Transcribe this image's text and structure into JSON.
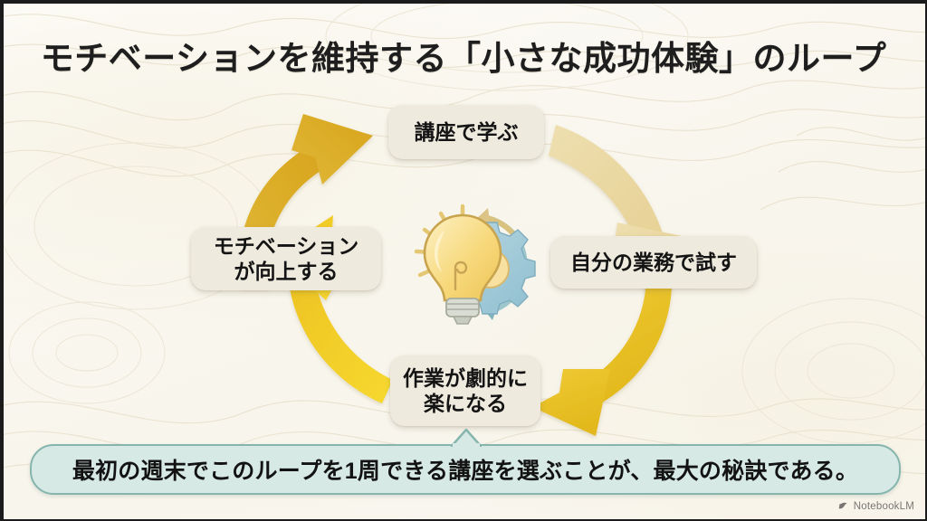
{
  "slide": {
    "title": "モチベーションを維持する「小さな成功体験」のループ",
    "background_color": "#fbfaf5",
    "title_color": "#1e1e1e"
  },
  "cycle": {
    "nodes": [
      {
        "id": "learn",
        "label": "講座で学ぶ",
        "position": "top"
      },
      {
        "id": "apply",
        "label": "自分の業務で試す",
        "position": "right"
      },
      {
        "id": "result",
        "line1": "作業が劇的に",
        "line2": "楽になる",
        "position": "bottom"
      },
      {
        "id": "motivation",
        "line1": "モチベーション",
        "line2": "が向上する",
        "position": "left"
      }
    ],
    "node_fill": "#efeade",
    "node_text_color": "#141414",
    "direction": "clockwise",
    "arrows": [
      {
        "from": "motivation",
        "to": "learn",
        "quadrant": "top-left",
        "color": "#dcab24"
      },
      {
        "from": "learn",
        "to": "apply",
        "quadrant": "top-right",
        "color": "#ead9a0"
      },
      {
        "from": "apply",
        "to": "result",
        "quadrant": "bottom-right",
        "color": "#e8c02a"
      },
      {
        "from": "result",
        "to": "motivation",
        "quadrant": "bottom-left",
        "color": "#f4d02a"
      }
    ]
  },
  "center_icon": {
    "name": "lightbulb-gear-cycle-icon",
    "bulb_color": "#f6d97a",
    "gear_color": "#9dc6d4",
    "refresh_arrow_color": "#9bc7cf"
  },
  "banner": {
    "text": "最初の週末でこのループを1周できる講座を選ぶことが、最大の秘訣である。",
    "fill": "#d7e9e5",
    "border": "#86b5ae",
    "text_color": "#131313"
  },
  "watermark": {
    "label": "NotebookLM"
  }
}
